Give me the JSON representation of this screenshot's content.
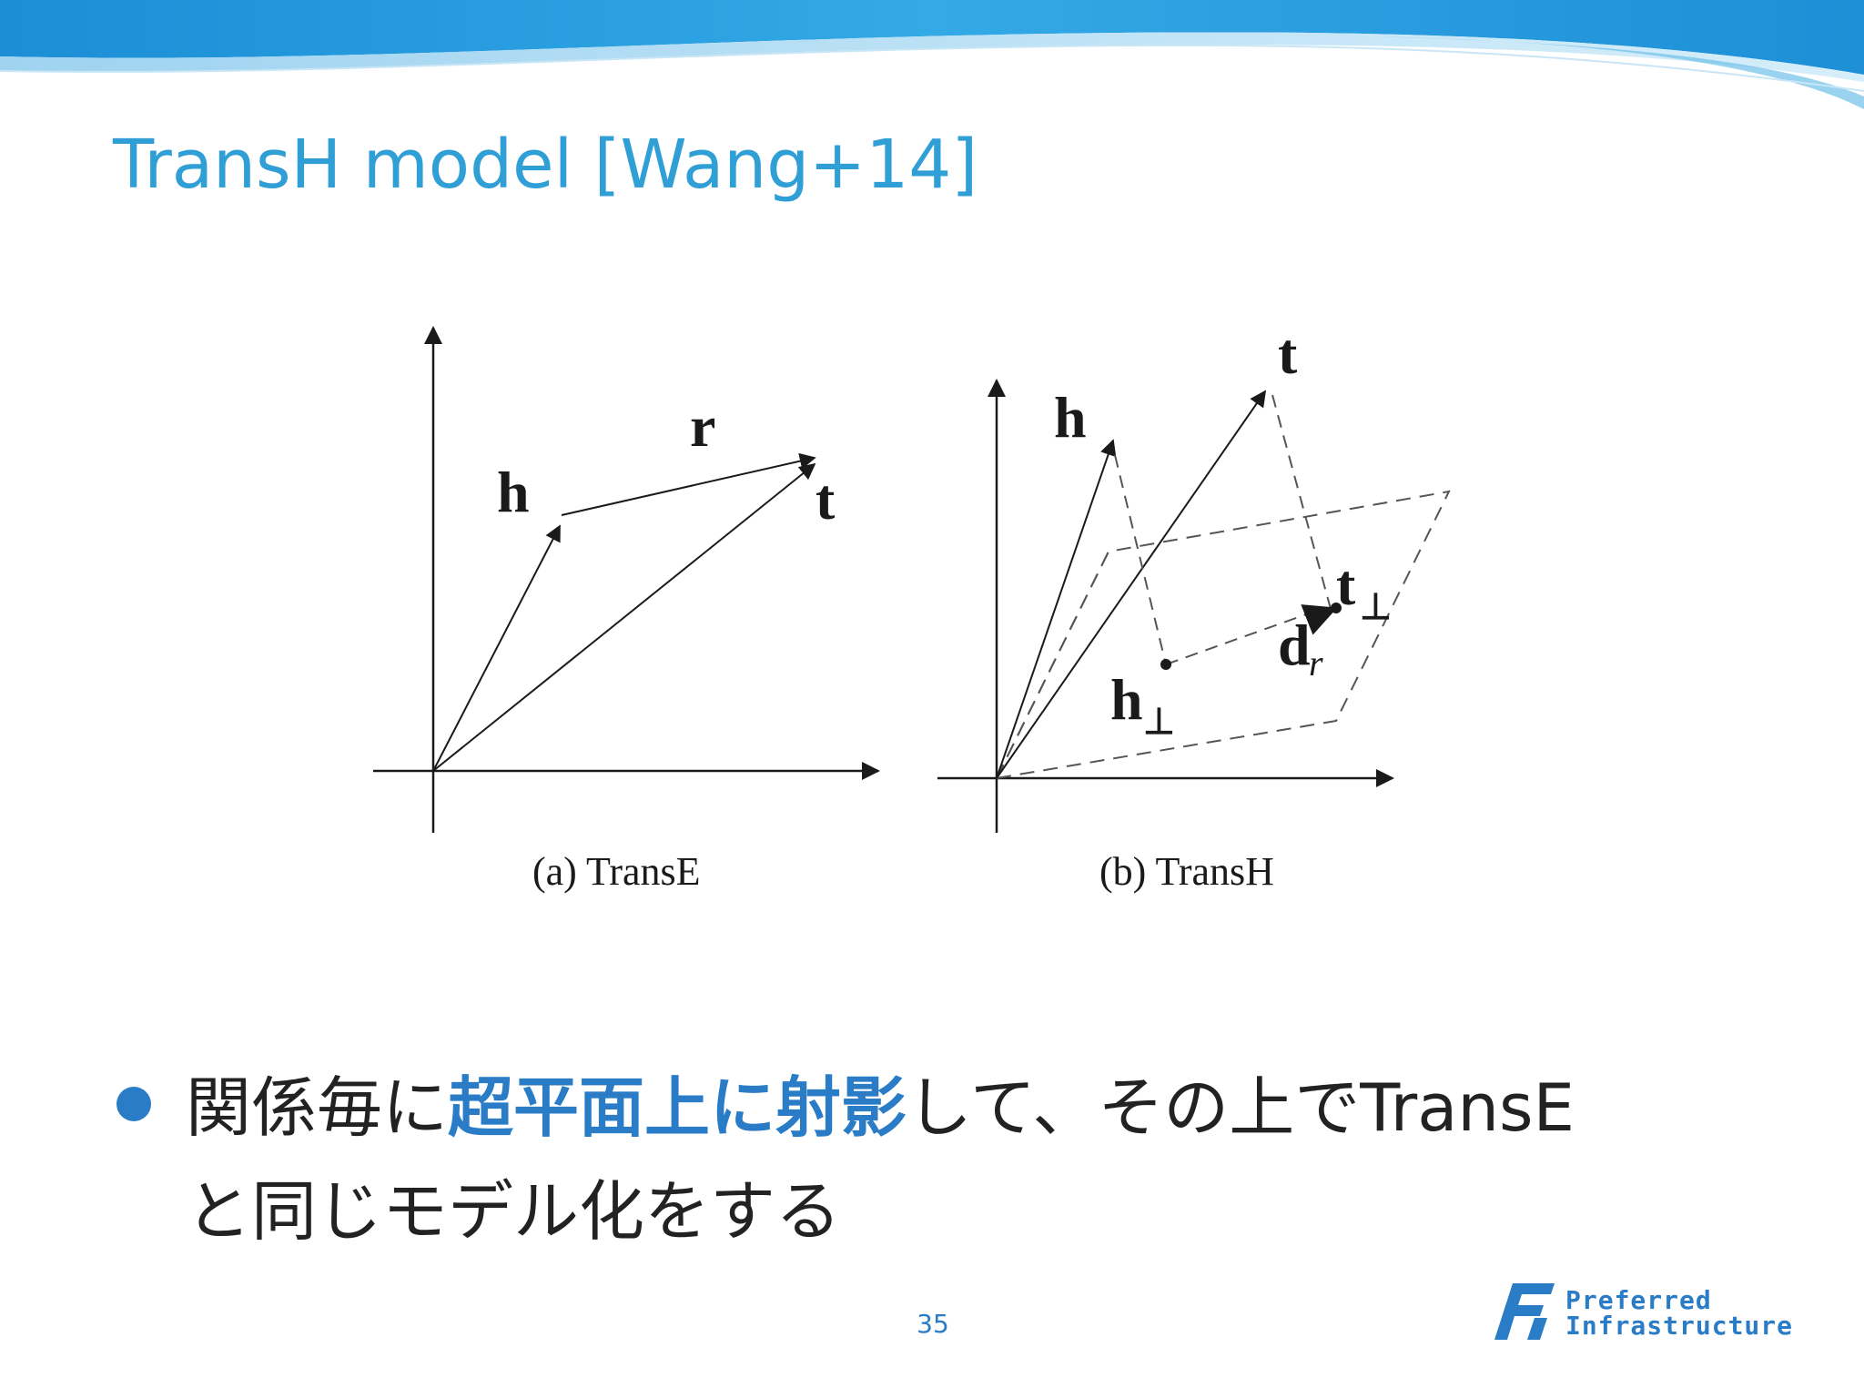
{
  "slide": {
    "title": "TransH model [Wang+14]",
    "page_number": "35",
    "accent_color": "#2f9fd6",
    "bullet_color": "#2a7cc7"
  },
  "figure": {
    "panel_a": {
      "caption": "(a) TransE",
      "labels": {
        "h": "h",
        "r": "r",
        "t": "t"
      }
    },
    "panel_b": {
      "caption": "(b) TransH",
      "labels": {
        "h": "h",
        "t": "t",
        "h_perp": "h",
        "t_perp": "t",
        "d": "d",
        "d_sub": "r",
        "perp_symbol": "⊥"
      }
    }
  },
  "bullet": {
    "part1": "関係毎に",
    "highlight": "超平面上に射影",
    "part2": "して、その上でTransE",
    "line2": "と同じモデル化をする"
  },
  "logo": {
    "line1": "Preferred",
    "line2": "Infrastructure",
    "icon": "pfi-logo-icon"
  }
}
